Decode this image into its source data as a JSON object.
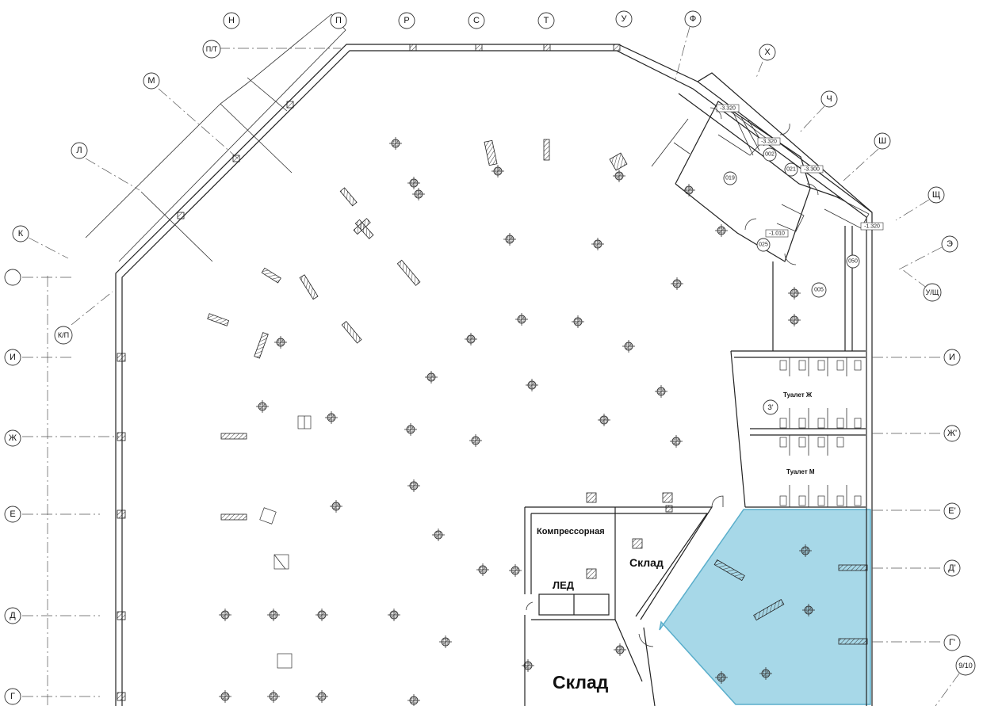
{
  "colors": {
    "highlight": "#a7d8e8",
    "highlight_stroke": "#5aaecb",
    "line": "#222222"
  },
  "axes_top": [
    {
      "id": "n",
      "label": "Н"
    },
    {
      "id": "p",
      "label": "П"
    },
    {
      "id": "r",
      "label": "Р"
    },
    {
      "id": "s",
      "label": "С"
    },
    {
      "id": "t",
      "label": "Т"
    },
    {
      "id": "u",
      "label": "У"
    },
    {
      "id": "f",
      "label": "Ф"
    },
    {
      "id": "kh",
      "label": "Х"
    },
    {
      "id": "ch",
      "label": "Ч"
    },
    {
      "id": "sh",
      "label": "Ш"
    },
    {
      "id": "shch",
      "label": "Щ"
    },
    {
      "id": "e",
      "label": "Э"
    },
    {
      "id": "ushch",
      "label": "У/Щ"
    }
  ],
  "axes_left": [
    {
      "id": "pt",
      "label": "П/Т"
    },
    {
      "id": "m",
      "label": "М"
    },
    {
      "id": "l",
      "label": "Л"
    },
    {
      "id": "k",
      "label": "К"
    },
    {
      "id": "blank",
      "label": ""
    },
    {
      "id": "kp",
      "label": "К/П"
    },
    {
      "id": "i",
      "label": "И"
    },
    {
      "id": "zh",
      "label": "Ж"
    },
    {
      "id": "ye",
      "label": "Е"
    },
    {
      "id": "d",
      "label": "Д"
    },
    {
      "id": "g",
      "label": "Г"
    }
  ],
  "axes_right": [
    {
      "id": "i",
      "label": "И"
    },
    {
      "id": "zh",
      "label": "Ж'"
    },
    {
      "id": "ye",
      "label": "Е'"
    },
    {
      "id": "d",
      "label": "Д'"
    },
    {
      "id": "g",
      "label": "Г'"
    },
    {
      "id": "nine_ten",
      "label": "9/10"
    }
  ],
  "inner_axis": {
    "label": "З'"
  },
  "rooms": {
    "compressor": "Компрессорная",
    "ice": "ЛЕД",
    "storage_small": "Склад",
    "storage_large": "Склад",
    "toilet_f": "Туалет Ж",
    "toilet_m": "Туалет М"
  },
  "room_numbers": {
    "r019": "019",
    "r002": "002",
    "r021": "021",
    "r025": "025",
    "r005": "005",
    "r050": "050"
  },
  "levels": {
    "l1": "-3.320",
    "l2": "-3.320",
    "l3": "-3.300",
    "l4": "-1.010",
    "l5": "-1.320"
  }
}
